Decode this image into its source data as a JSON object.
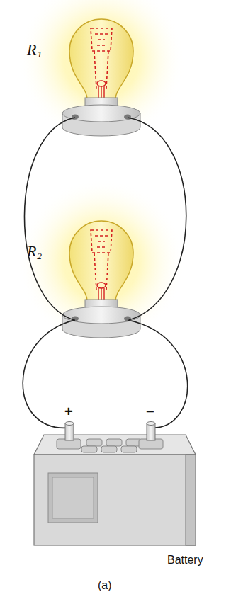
{
  "diagram": {
    "labels": [
      "R₁",
      "R₂",
      "+",
      "−",
      "Battery",
      "(a)"
    ]
  }
}
